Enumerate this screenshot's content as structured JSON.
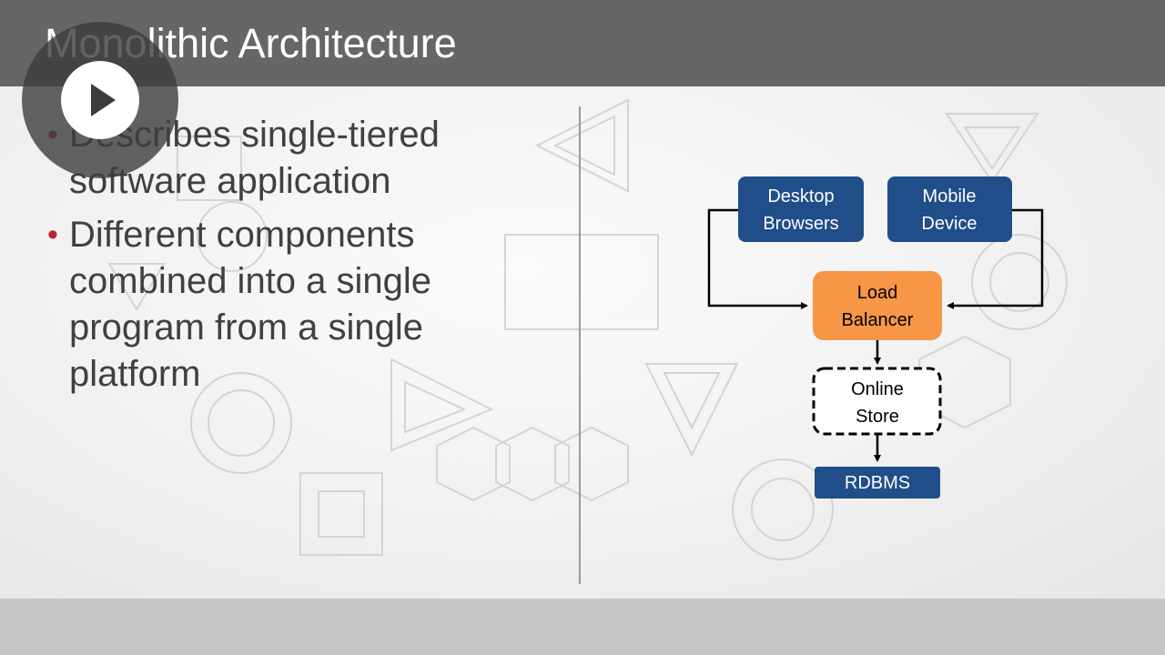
{
  "slide": {
    "title": "Monolithic Architecture",
    "bullets": [
      "Describes single-tiered software application",
      "Different components combined into a single program from a single platform"
    ]
  },
  "diagram": {
    "nodes": {
      "desktop_browsers": [
        "Desktop",
        "Browsers"
      ],
      "mobile_device": [
        "Mobile",
        "Device"
      ],
      "load_balancer": [
        "Load",
        "Balancer"
      ],
      "online_store": [
        "Online",
        "Store"
      ],
      "rdbms": "RDBMS"
    }
  },
  "colors": {
    "title_bar": "#666666",
    "bullet": "#b8262b",
    "node_blue": "#1f4e89",
    "node_orange": "#f79646",
    "overlay": "#3c3c3c"
  },
  "player": {
    "icon": "play-icon"
  }
}
